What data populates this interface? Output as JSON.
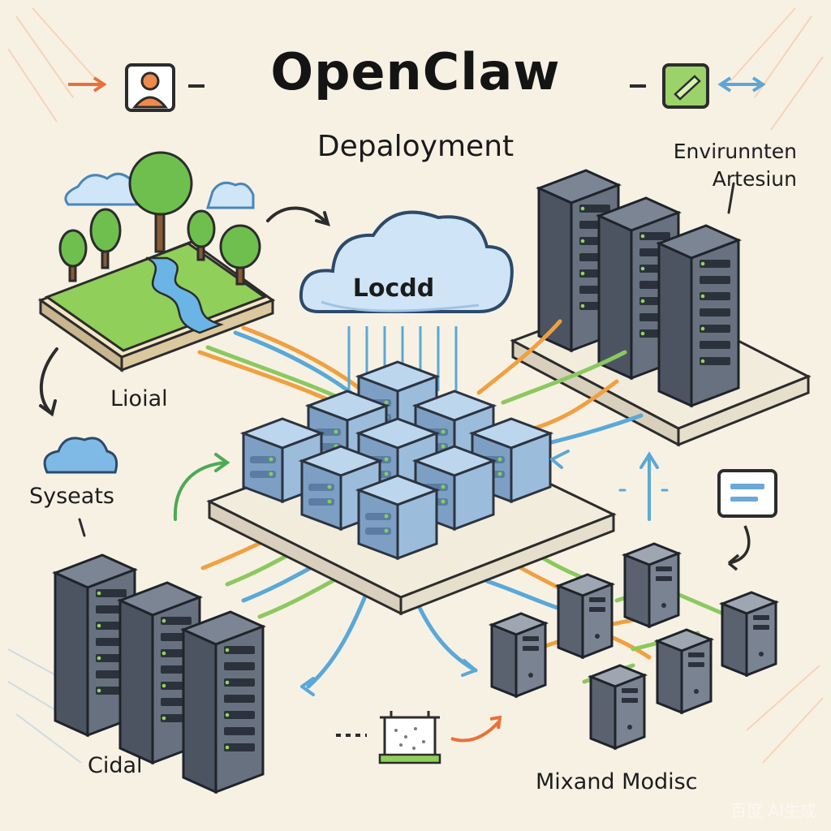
{
  "title": "OpenClaw",
  "subtitle": "Depaloyment",
  "labels": {
    "environment_line1": "Envirunnten",
    "environment_line2": "Artesiun",
    "cloud": "Locdd",
    "local": "Lioial",
    "systems": "Syseats",
    "cidal": "Cidal",
    "mixed": "Mixand Modisc"
  },
  "watermark": "百度 AI生成",
  "icons": [
    "user-icon",
    "leaf-card-icon",
    "document-icon",
    "cloud-icon",
    "server-rack-icon",
    "landscape-island-icon",
    "filter-box-icon"
  ],
  "colors": {
    "background": "#f7f1e4",
    "server": "#5b6472",
    "cube": "#8fb4d8",
    "cloud": "#cfe4f6",
    "cable_orange": "#f0a040",
    "cable_green": "#8cc860",
    "cable_blue": "#5aa8d8",
    "grass": "#8fcf5a",
    "water": "#6ab4e6"
  }
}
